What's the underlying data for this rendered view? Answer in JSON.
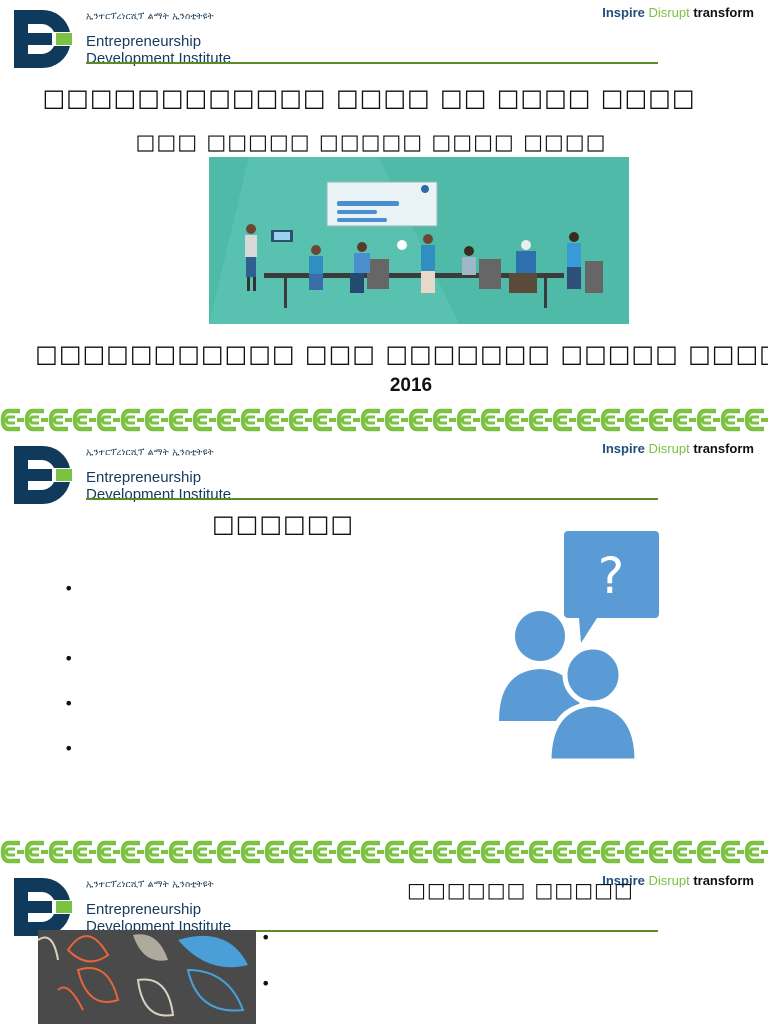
{
  "header": {
    "amharic": "ኢንተርፕረነርሺፕ ልማት ኢንስቲትዩት",
    "org_line1": "Entrepreneurship",
    "org_line2": "Development Institute",
    "tag_inspire": "Inspire",
    "tag_disrupt": "Disrupt",
    "tag_transform": "transform"
  },
  "slide1": {
    "title_main": "□□□□□□□□□□□□ □□□□ □□ □□□□ □□□□",
    "title_sub": "□□□ □□□□□ □□□□□ □□□□ □□□□",
    "title_bottom": "□□□□□□□□□□□ □□□ □□□□□□□ □□□□□ □□□□",
    "year": "2016"
  },
  "slide2": {
    "title": "□□□□□□",
    "bullets": [
      "•",
      "•",
      "•",
      "•"
    ]
  },
  "slide3": {
    "title": "□□□□□□ □□□□□",
    "bullets": [
      "•",
      "•"
    ]
  },
  "colors": {
    "brand_navy": "#0f3a5c",
    "brand_green": "#7cc242",
    "rule_green": "#5a8d2a",
    "hero_teal": "#4fbaa8",
    "icon_blue": "#5b9bd5"
  },
  "icons": {
    "logo": "edi-logo-icon",
    "question": "question-people-icon",
    "chain": "chain-link-icon"
  }
}
